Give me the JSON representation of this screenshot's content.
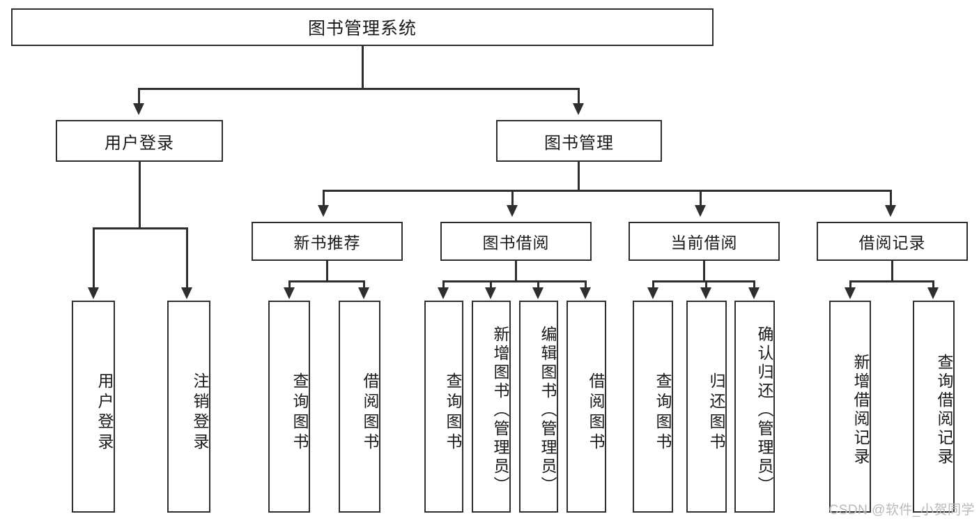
{
  "diagram": {
    "title": "图书管理系统",
    "type": "hierarchy-tree",
    "root": {
      "label": "图书管理系统"
    },
    "level2": [
      {
        "id": "user-login",
        "label": "用户登录"
      },
      {
        "id": "book-manage",
        "label": "图书管理"
      }
    ],
    "level3": [
      {
        "id": "new-book-recommend",
        "label": "新书推荐"
      },
      {
        "id": "book-borrow",
        "label": "图书借阅"
      },
      {
        "id": "current-borrow",
        "label": "当前借阅"
      },
      {
        "id": "borrow-record",
        "label": "借阅记录"
      }
    ],
    "leaves": [
      {
        "id": "leaf-user-login",
        "label": "用户登录"
      },
      {
        "id": "leaf-logout",
        "label": "注销登录"
      },
      {
        "id": "leaf-query-book-1",
        "label": "查询图书"
      },
      {
        "id": "leaf-borrow-book-1",
        "label": "借阅图书"
      },
      {
        "id": "leaf-query-book-2",
        "label": "查询图书"
      },
      {
        "id": "leaf-add-book",
        "label": "新增图书（管理员）"
      },
      {
        "id": "leaf-edit-book",
        "label": "编辑图书（管理员）"
      },
      {
        "id": "leaf-borrow-book-2",
        "label": "借阅图书"
      },
      {
        "id": "leaf-query-book-3",
        "label": "查询图书"
      },
      {
        "id": "leaf-return-book",
        "label": "归还图书"
      },
      {
        "id": "leaf-confirm-return",
        "label": "确认归还（管理员）"
      },
      {
        "id": "leaf-add-record",
        "label": "新增借阅记录"
      },
      {
        "id": "leaf-query-record",
        "label": "查询借阅记录"
      }
    ]
  },
  "watermark": {
    "text": "CSDN @软件_小贺同学"
  },
  "colors": {
    "border": "#2e2e2e",
    "background": "#ffffff",
    "text": "#1a1a1a",
    "watermark": "#b9b9b9"
  }
}
